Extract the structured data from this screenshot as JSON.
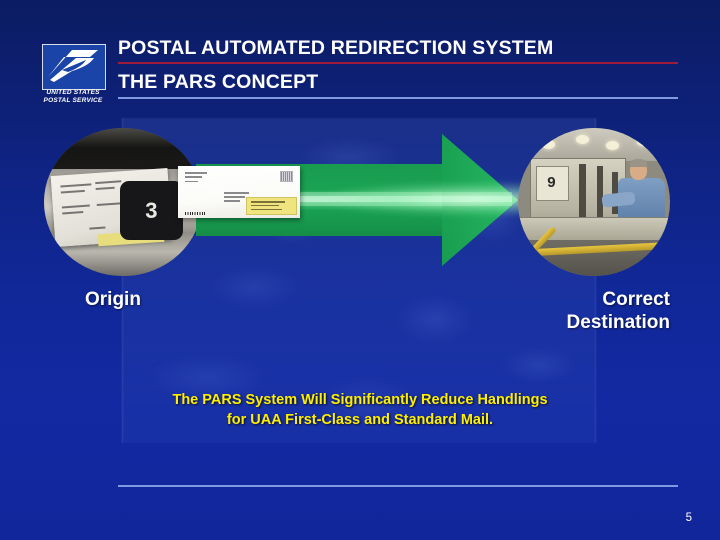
{
  "slide": {
    "page_number": "5",
    "background_color": "#12269b",
    "accent_red": "#9e1b3c",
    "accent_light_blue": "#7f9ae0",
    "callout_color": "#feee00",
    "arrow_color": "#1a9a4e"
  },
  "header": {
    "title": "POSTAL AUTOMATED REDIRECTION SYSTEM",
    "subtitle": "THE PARS CONCEPT",
    "logo": {
      "icon": "usps-eagle-icon",
      "line1": "UNITED STATES",
      "line2": "POSTAL SERVICE"
    }
  },
  "diagram": {
    "origin": {
      "caption": "Origin",
      "photo_alt": "mail-tray-photo",
      "bin_number": "3"
    },
    "destination": {
      "caption_line1": "Correct",
      "caption_line2": "Destination",
      "photo_alt": "postal-clerk-sorting-machine-photo",
      "machine_number": "9"
    },
    "arrow": {
      "icon": "right-arrow-icon",
      "direction": "right"
    },
    "envelope": {
      "icon": "envelope-icon",
      "label_alt": "yellow-forwarding-label"
    }
  },
  "callout": {
    "line1": "The PARS System Will Significantly Reduce Handlings",
    "line2": "for UAA First-Class and Standard Mail."
  }
}
